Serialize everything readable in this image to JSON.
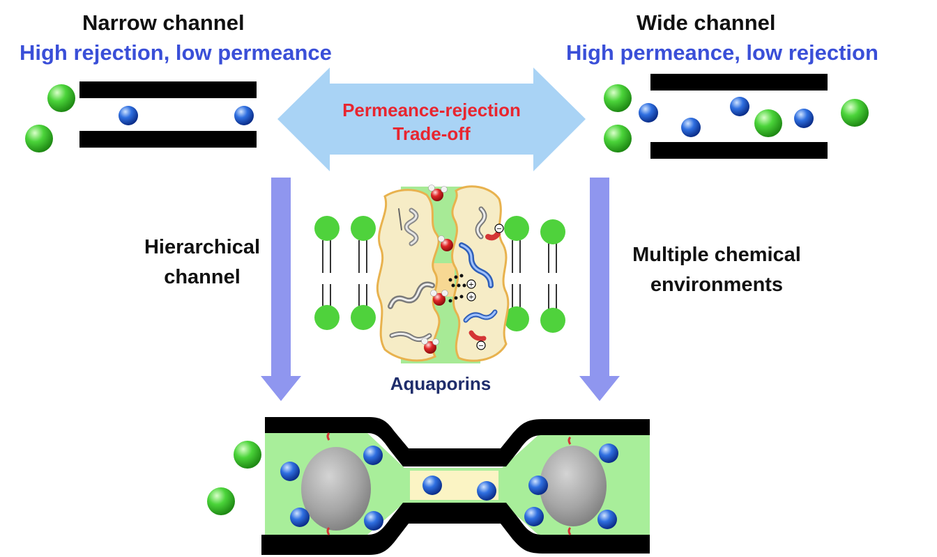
{
  "narrow": {
    "title": "Narrow channel",
    "subtitle": "High rejection, low permeance"
  },
  "wide": {
    "title": "Wide channel",
    "subtitle": "High permeance, low rejection"
  },
  "tradeoff": {
    "line1": "Permeance-rejection",
    "line2": "Trade-off"
  },
  "left_arrow": {
    "line1": "Hierarchical",
    "line2": "channel"
  },
  "right_arrow": {
    "line1": "Multiple chemical",
    "line2": "environments"
  },
  "center": {
    "label": "Aquaporins"
  },
  "colors": {
    "text_title": "#111111",
    "text_blue": "#3a4fd8",
    "text_red": "#e8252f",
    "text_navy": "#1f2d6b",
    "arrow_light_blue": "#a9d3f5",
    "arrow_lavender": "#8f96ef",
    "channel_wall": "#000000",
    "channel_fill": "#a8ee9a",
    "constriction_fill": "#fbf4c4",
    "green_particle": "#39c52b",
    "blue_particle": "#2a64d2",
    "cavity_gray": "#a8a8a8",
    "helix_red": "#d43535",
    "protein_outline": "#e8b24e"
  }
}
